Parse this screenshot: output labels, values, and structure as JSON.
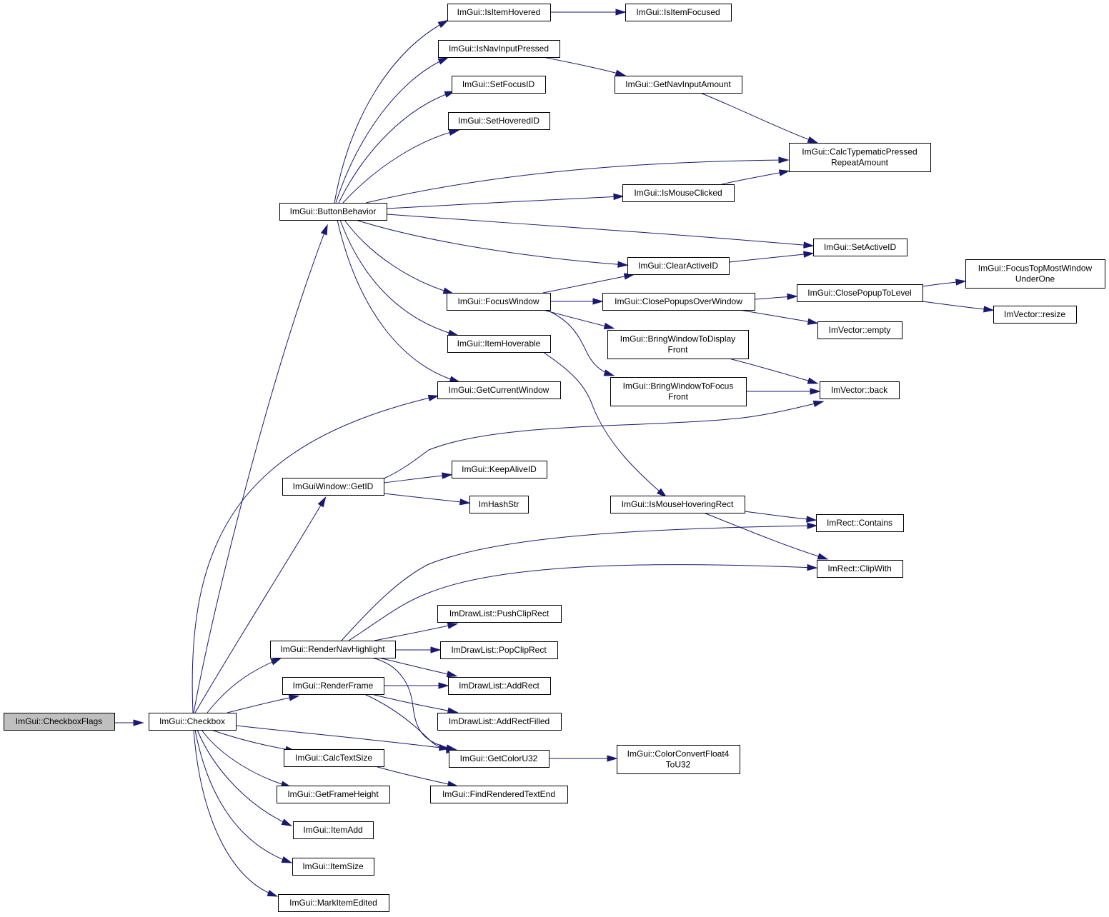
{
  "nodes": {
    "checkboxflags": [
      "ImGui::CheckboxFlags"
    ],
    "checkbox": [
      "ImGui::Checkbox"
    ],
    "buttonbehavior": [
      "ImGui::ButtonBehavior"
    ],
    "isitemhovered": [
      "ImGui::IsItemHovered"
    ],
    "isitemfocused": [
      "ImGui::IsItemFocused"
    ],
    "isnavinputpressed": [
      "ImGui::IsNavInputPressed"
    ],
    "getnavinputamount": [
      "ImGui::GetNavInputAmount"
    ],
    "setfocusid": [
      "ImGui::SetFocusID"
    ],
    "sethoveredid": [
      "ImGui::SetHoveredID"
    ],
    "calctypematic": [
      "ImGui::CalcTypematicPressed",
      "RepeatAmount"
    ],
    "ismouseclicked": [
      "ImGui::IsMouseClicked"
    ],
    "setactiveid": [
      "ImGui::SetActiveID"
    ],
    "clearactiveid": [
      "ImGui::ClearActiveID"
    ],
    "focuswindow": [
      "ImGui::FocusWindow"
    ],
    "closepopupsover": [
      "ImGui::ClosePopupsOverWindow"
    ],
    "closepopuptolevel": [
      "ImGui::ClosePopupToLevel"
    ],
    "focustopmost": [
      "ImGui::FocusTopMostWindow",
      "UnderOne"
    ],
    "imvectorresize": [
      "ImVector::resize"
    ],
    "imvectorempty": [
      "ImVector::empty"
    ],
    "bringtodisplay": [
      "ImGui::BringWindowToDisplay",
      "Front"
    ],
    "bringtofocus": [
      "ImGui::BringWindowToFocus",
      "Front"
    ],
    "imvectorback": [
      "ImVector::back"
    ],
    "itemhoverable": [
      "ImGui::ItemHoverable"
    ],
    "getcurrentwindow": [
      "ImGui::GetCurrentWindow"
    ],
    "windowgetid": [
      "ImGuiWindow::GetID"
    ],
    "keepaliveid": [
      "ImGui::KeepAliveID"
    ],
    "imhashstr": [
      "ImHashStr"
    ],
    "ismousehoveringrect": [
      "ImGui::IsMouseHoveringRect"
    ],
    "rectcontains": [
      "ImRect::Contains"
    ],
    "rectclipwith": [
      "ImRect::ClipWith"
    ],
    "pushcliprect": [
      "ImDrawList::PushClipRect"
    ],
    "popcliprect": [
      "ImDrawList::PopClipRect"
    ],
    "rendernavhighlight": [
      "ImGui::RenderNavHighlight"
    ],
    "renderframe": [
      "ImGui::RenderFrame"
    ],
    "addrect": [
      "ImDrawList::AddRect"
    ],
    "addrectfilled": [
      "ImDrawList::AddRectFilled"
    ],
    "getcoloru32": [
      "ImGui::GetColorU32"
    ],
    "colorconvert": [
      "ImGui::ColorConvertFloat4",
      "ToU32"
    ],
    "calctextsize": [
      "ImGui::CalcTextSize"
    ],
    "findrenderedtextend": [
      "ImGui::FindRenderedTextEnd"
    ],
    "getframeheight": [
      "ImGui::GetFrameHeight"
    ],
    "itemadd": [
      "ImGui::ItemAdd"
    ],
    "itemsize": [
      "ImGui::ItemSize"
    ],
    "markitemedited": [
      "ImGui::MarkItemEdited"
    ]
  },
  "edges": [
    [
      "checkboxflags",
      "checkbox"
    ],
    [
      "checkbox",
      "buttonbehavior"
    ],
    [
      "checkbox",
      "getcurrentwindow"
    ],
    [
      "checkbox",
      "windowgetid"
    ],
    [
      "checkbox",
      "rendernavhighlight"
    ],
    [
      "checkbox",
      "renderframe"
    ],
    [
      "checkbox",
      "getcoloru32"
    ],
    [
      "checkbox",
      "calctextsize"
    ],
    [
      "checkbox",
      "getframeheight"
    ],
    [
      "checkbox",
      "itemadd"
    ],
    [
      "checkbox",
      "itemsize"
    ],
    [
      "checkbox",
      "markitemedited"
    ],
    [
      "buttonbehavior",
      "isitemhovered"
    ],
    [
      "buttonbehavior",
      "isnavinputpressed"
    ],
    [
      "buttonbehavior",
      "setfocusid"
    ],
    [
      "buttonbehavior",
      "sethoveredid"
    ],
    [
      "buttonbehavior",
      "calctypematic"
    ],
    [
      "buttonbehavior",
      "ismouseclicked"
    ],
    [
      "buttonbehavior",
      "setactiveid"
    ],
    [
      "buttonbehavior",
      "clearactiveid"
    ],
    [
      "buttonbehavior",
      "focuswindow"
    ],
    [
      "buttonbehavior",
      "itemhoverable"
    ],
    [
      "buttonbehavior",
      "getcurrentwindow"
    ],
    [
      "isitemhovered",
      "isitemfocused"
    ],
    [
      "isnavinputpressed",
      "getnavinputamount"
    ],
    [
      "getnavinputamount",
      "calctypematic"
    ],
    [
      "ismouseclicked",
      "calctypematic"
    ],
    [
      "clearactiveid",
      "setactiveid"
    ],
    [
      "focuswindow",
      "clearactiveid"
    ],
    [
      "focuswindow",
      "closepopupsover"
    ],
    [
      "focuswindow",
      "bringtodisplay"
    ],
    [
      "focuswindow",
      "bringtofocus"
    ],
    [
      "closepopupsover",
      "closepopuptolevel"
    ],
    [
      "closepopupsover",
      "imvectorempty"
    ],
    [
      "closepopuptolevel",
      "focustopmost"
    ],
    [
      "closepopuptolevel",
      "imvectorresize"
    ],
    [
      "bringtodisplay",
      "imvectorback"
    ],
    [
      "bringtofocus",
      "imvectorback"
    ],
    [
      "itemhoverable",
      "ismousehoveringrect"
    ],
    [
      "windowgetid",
      "keepaliveid"
    ],
    [
      "windowgetid",
      "imhashstr"
    ],
    [
      "windowgetid",
      "imvectorback"
    ],
    [
      "ismousehoveringrect",
      "rectcontains"
    ],
    [
      "ismousehoveringrect",
      "rectclipwith"
    ],
    [
      "rendernavhighlight",
      "rectcontains"
    ],
    [
      "rendernavhighlight",
      "rectclipwith"
    ],
    [
      "rendernavhighlight",
      "pushcliprect"
    ],
    [
      "rendernavhighlight",
      "popcliprect"
    ],
    [
      "rendernavhighlight",
      "addrect"
    ],
    [
      "rendernavhighlight",
      "getcoloru32"
    ],
    [
      "renderframe",
      "addrect"
    ],
    [
      "renderframe",
      "addrectfilled"
    ],
    [
      "renderframe",
      "getcoloru32"
    ],
    [
      "getcoloru32",
      "colorconvert"
    ],
    [
      "calctextsize",
      "findrenderedtextend"
    ]
  ]
}
